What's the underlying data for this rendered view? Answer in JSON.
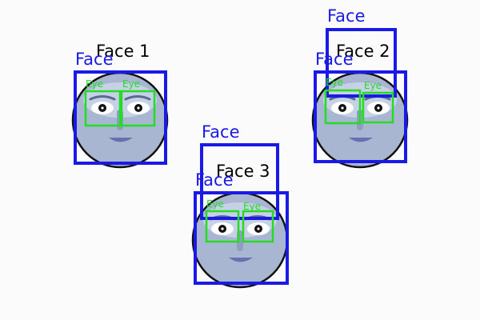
{
  "colors": {
    "background": "#fbfbfb",
    "face_fill": "#a9b6d2",
    "face_highlight": "#c6d1e6",
    "face_outline": "#111111",
    "mouth": "#6a6fb2",
    "nose": "#8f9dbf",
    "brow": "#5a6b8f",
    "face_box": "#1a1ae6",
    "eye_box": "#22dd22",
    "title_text": "#000000"
  },
  "faces": [
    {
      "title": "Face 1",
      "detections": [
        {
          "label": "Face"
        }
      ],
      "eye_labels": [
        "Eye",
        "Eye"
      ]
    },
    {
      "title": "Face 2",
      "detections": [
        {
          "label": "Face"
        },
        {
          "label": "Face"
        }
      ],
      "eye_labels": [
        "Eye",
        "Eye"
      ]
    },
    {
      "title": "Face 3",
      "detections": [
        {
          "label": "Face"
        },
        {
          "label": "Face"
        }
      ],
      "eye_labels": [
        "Eye",
        "Eye"
      ]
    }
  ]
}
